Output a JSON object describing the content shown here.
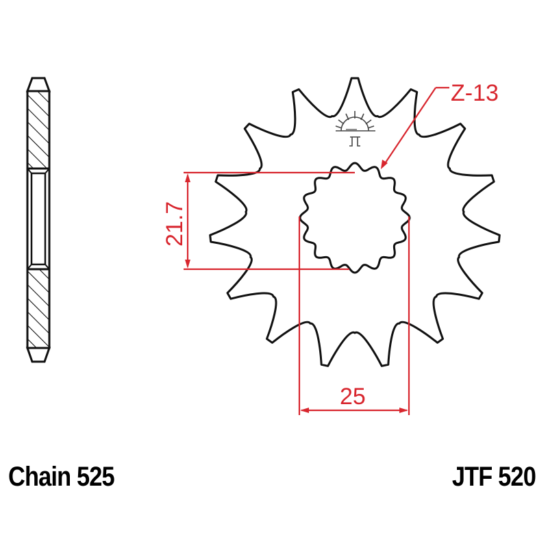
{
  "diagram": {
    "type": "sprocket-technical-drawing",
    "colors": {
      "outline": "#111111",
      "dimension": "#d8262e",
      "background": "#ffffff"
    },
    "sprocket": {
      "outer_teeth_count": 15,
      "tooth_label": "Z-13",
      "spline_count": 16
    },
    "dimensions": {
      "spline_height": "21.7",
      "spline_width": "25"
    },
    "labels": {
      "chain": "Chain 525",
      "part_number": "JTF 520"
    },
    "logo": {
      "icon": "rising-sun-jt-logo"
    }
  }
}
